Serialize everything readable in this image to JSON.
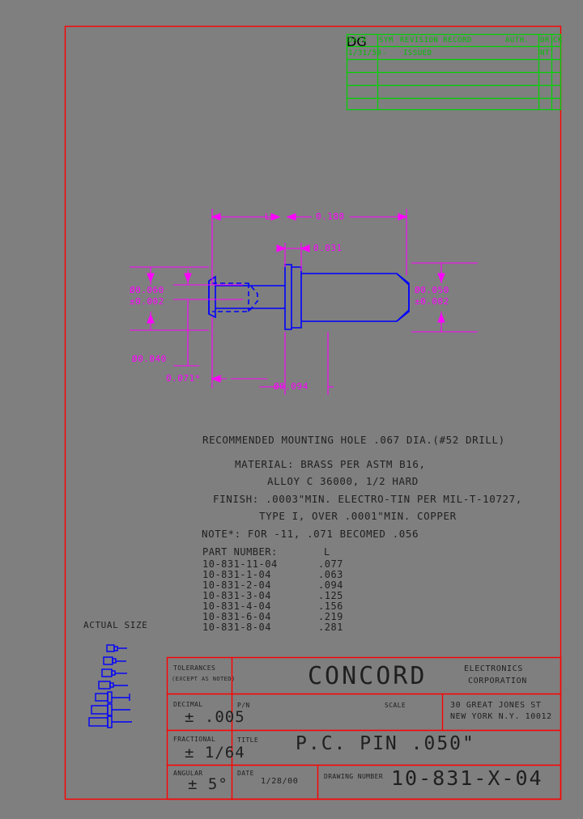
{
  "drawing": {
    "sheet_border_color": "#ff0000",
    "revision_table": {
      "border_color": "#00c000",
      "headers": [
        "DATE",
        "SYM",
        "REVISION RECORD",
        "AUTH.",
        "DR.",
        "CK"
      ],
      "rows": [
        {
          "date": "1/31/50",
          "sym": "-",
          "record": "ISSUED",
          "auth": "",
          "dr": "NT",
          "ck": "DG"
        },
        {
          "date": "",
          "sym": "",
          "record": "",
          "auth": "",
          "dr": "",
          "ck": ""
        },
        {
          "date": "",
          "sym": "",
          "record": "",
          "auth": "",
          "dr": "",
          "ck": ""
        },
        {
          "date": "",
          "sym": "",
          "record": "",
          "auth": "",
          "dr": "",
          "ck": ""
        },
        {
          "date": "",
          "sym": "",
          "record": "",
          "auth": "",
          "dr": "",
          "ck": ""
        }
      ]
    },
    "dimensions": {
      "color": "#ff00ff",
      "length_symbol": "L",
      "overall_len": "0.188",
      "shoulder_len": "0.031",
      "left_dia_1": "Ø0.060",
      "left_tol_1": "±0.002",
      "left_dia_2": "Ø0.040",
      "hole_dia": "0.071*",
      "flange_dia": "Ø0.094",
      "right_dia": "Ø0.050",
      "right_tol": "±0.002",
      "part_color": "#0000ff"
    },
    "notes": [
      "RECOMMENDED MOUNTING HOLE .067 DIA.(#52 DRILL)",
      "MATERIAL: BRASS PER ASTM B16,",
      "ALLOY C 36000, 1/2 HARD",
      "FINISH: .0003\"MIN. ELECTRO-TIN PER MIL-T-10727,",
      "TYPE I, OVER .0001\"MIN. COPPER",
      "NOTE*: FOR -11, .071 BECOMED .056"
    ],
    "part_table": {
      "header_part": "PART NUMBER:",
      "header_len": "L",
      "rows": [
        {
          "part": "10-831-11-04",
          "len": ".077"
        },
        {
          "part": "10-831-1-04",
          "len": ".063"
        },
        {
          "part": "10-831-2-04",
          "len": ".094"
        },
        {
          "part": "10-831-3-04",
          "len": ".125"
        },
        {
          "part": "10-831-4-04",
          "len": ".156"
        },
        {
          "part": "10-831-6-04",
          "len": ".219"
        },
        {
          "part": "10-831-8-04",
          "len": ".281"
        }
      ]
    },
    "actual_size": {
      "label": "ACTUAL SIZE",
      "pin_count": 7,
      "color": "#0000ff"
    },
    "title_block": {
      "tolerances_label": "TOLERANCES",
      "tolerances_sub": "(EXCEPT AS NOTED)",
      "decimal_label": "DECIMAL",
      "decimal_value": "± .005",
      "fractional_label": "FRACTIONAL",
      "fractional_value": "± 1/64",
      "angular_label": "ANGULAR",
      "angular_value": "± 5°",
      "pn_label": "P/N",
      "pn_value": "",
      "scale_label": "SCALE",
      "scale_value": "",
      "title_label": "TITLE",
      "title_value": "P.C. PIN .050\"",
      "date_label": "DATE",
      "date_value": "1/28/00",
      "dwg_label": "DRAWING NUMBER",
      "dwg_value": "10-831-X-04",
      "company_name": "CONCORD",
      "company_line1": "ELECTRONICS",
      "company_line2": "CORPORATION",
      "address_line1": "30 GREAT JONES ST",
      "address_line2": "NEW YORK N.Y. 10012"
    }
  }
}
